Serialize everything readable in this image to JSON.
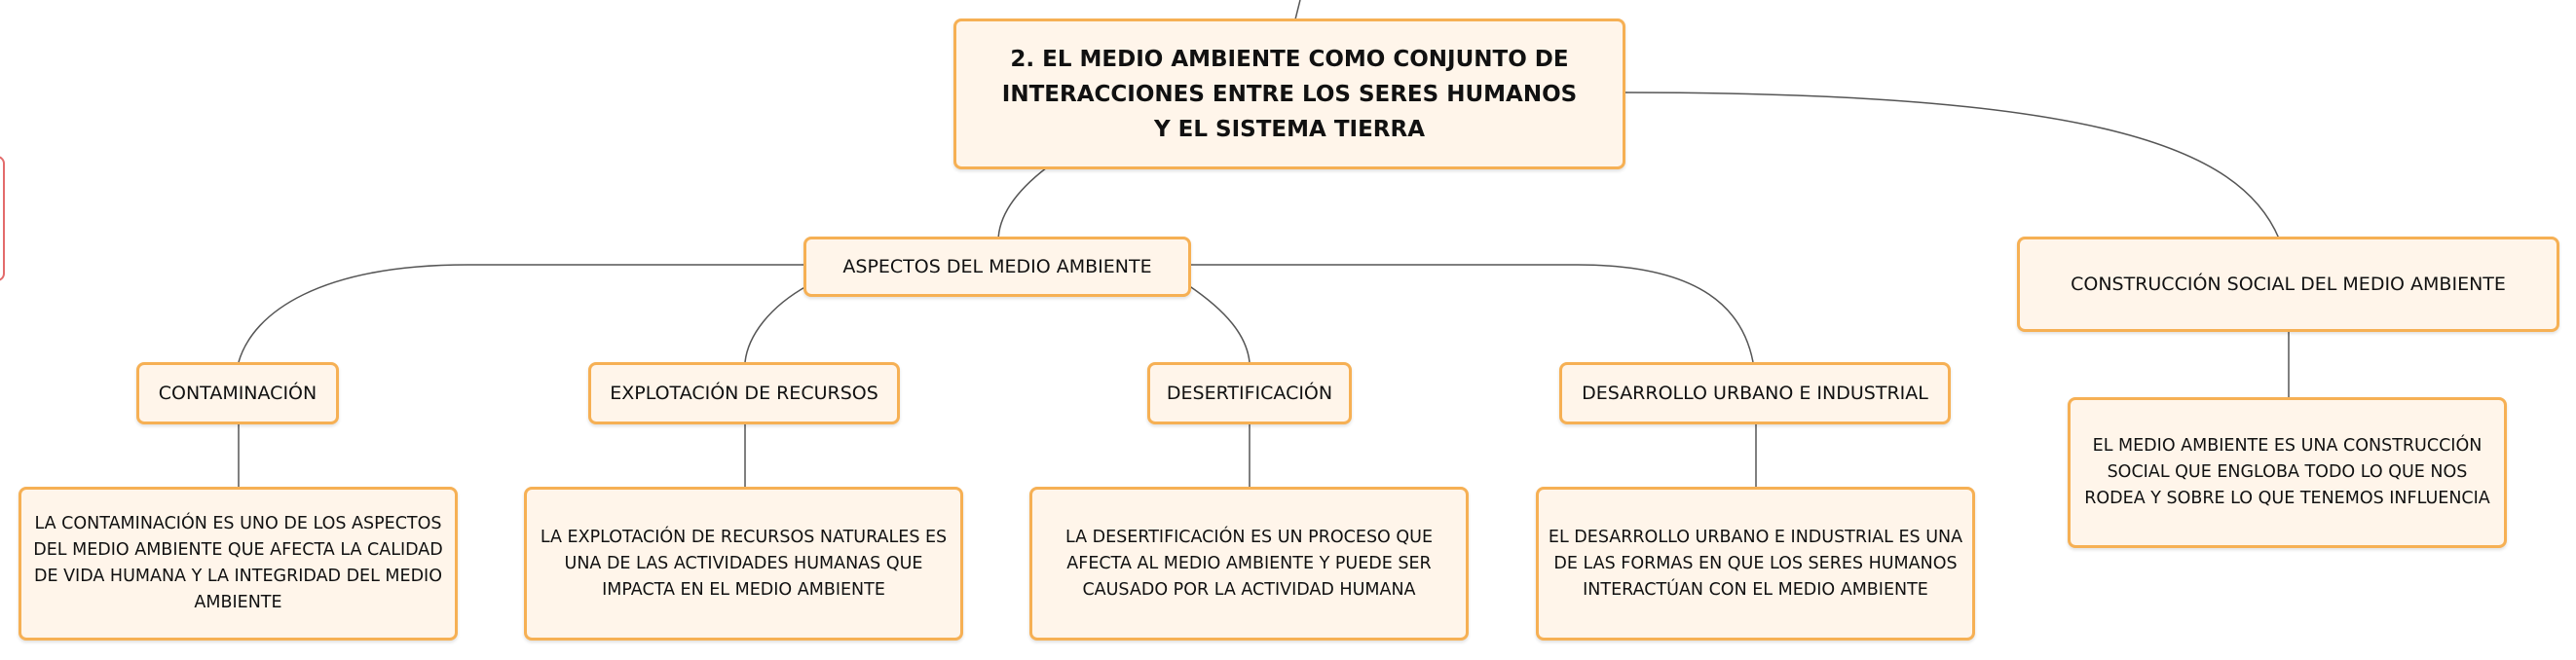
{
  "colors": {
    "node_fill": "#fff5ea",
    "node_border": "#f6b054",
    "connector": "#555555",
    "side_tab": "#e36b6b"
  },
  "root": {
    "label": "2. EL MEDIO AMBIENTE COMO CONJUNTO DE INTERACCIONES ENTRE LOS SERES HUMANOS Y EL SISTEMA TIERRA"
  },
  "aspects": {
    "label": "ASPECTOS DEL MEDIO AMBIENTE",
    "children": [
      {
        "label": "CONTAMINACIÓN",
        "detail": "LA CONTAMINACIÓN ES UNO DE LOS ASPECTOS DEL MEDIO AMBIENTE QUE AFECTA LA CALIDAD DE VIDA HUMANA Y LA INTEGRIDAD DEL MEDIO AMBIENTE"
      },
      {
        "label": "EXPLOTACIÓN DE RECURSOS",
        "detail": "LA EXPLOTACIÓN DE RECURSOS NATURALES ES UNA DE LAS ACTIVIDADES HUMANAS QUE IMPACTA EN EL MEDIO AMBIENTE"
      },
      {
        "label": "DESERTIFICACIÓN",
        "detail": "LA DESERTIFICACIÓN ES UN PROCESO QUE AFECTA AL MEDIO AMBIENTE Y PUEDE SER CAUSADO POR LA ACTIVIDAD HUMANA"
      },
      {
        "label": "DESARROLLO URBANO E INDUSTRIAL",
        "detail": "EL DESARROLLO URBANO E INDUSTRIAL ES UNA DE LAS FORMAS EN QUE LOS SERES HUMANOS INTERACTÚAN CON EL MEDIO AMBIENTE"
      }
    ]
  },
  "social": {
    "label": "CONSTRUCCIÓN SOCIAL DEL MEDIO AMBIENTE",
    "detail": "EL MEDIO AMBIENTE ES UNA CONSTRUCCIÓN SOCIAL QUE ENGLOBA TODO LO QUE NOS RODEA Y SOBRE LO QUE TENEMOS INFLUENCIA"
  }
}
